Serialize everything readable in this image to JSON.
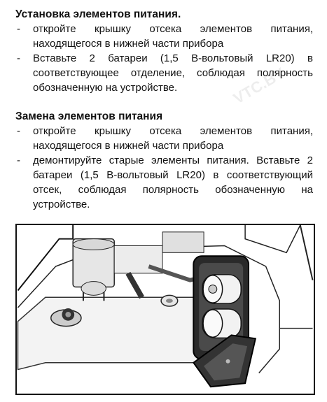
{
  "sections": [
    {
      "title": "Установка элементов питания.",
      "items": [
        "откройте крышку  отсека элементов питания, находящегося в нижней части прибора",
        "Вставьте 2 батареи (1,5 В-вольтовый LR20) в соответствующее отделение, соблюдая полярность обозначенную на устройстве."
      ]
    },
    {
      "title": "Замена элементов питания",
      "items": [
        "откройте крышку  отсека элементов питания, находящегося в нижней части прибора",
        "демонтируйте старые элементы питания. Вставьте 2 батареи (1,5 В-вольтовый LR20) в соответствующий отсек, соблюдая полярность обозначенную на устройстве."
      ]
    }
  ],
  "bullet_marker": "-",
  "watermark": "VTC.BY"
}
